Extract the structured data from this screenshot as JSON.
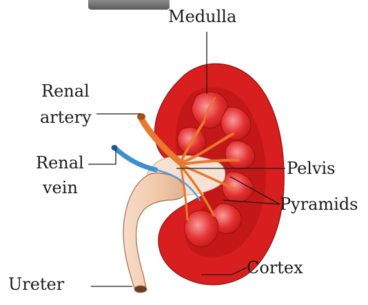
{
  "labels": {
    "medulla": "Medulla",
    "renal_artery_line1": "Renal",
    "renal_artery_line2": "artery",
    "renal_vein_line1": "Renal",
    "renal_vein_line2": "vein",
    "pelvis": "Pelvis",
    "pyramids": "Pyramids",
    "cortex": "Cortex",
    "ureter": "Ureter"
  },
  "colors": {
    "cortex": "#d81e1e",
    "cortex_edge": "#8e0f0f",
    "medulla": "#c01818",
    "pyramid": "#e83434",
    "pyramid_highlight": "#f8b4b4",
    "artery": "#e8782c",
    "vein": "#3a8fd0",
    "pelvis": "#f6e2d4",
    "ureter": "#f3d2b8",
    "ureter_edge": "#a06a4a",
    "leader_line": "#1a1a1a",
    "top_bar": "#6e6e6e"
  }
}
